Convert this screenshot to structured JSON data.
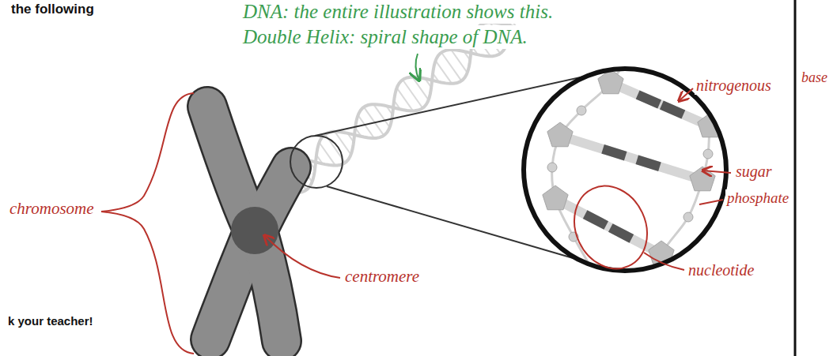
{
  "diagram": {
    "labels": [
      "the following",
      "DNA: the entire illustration shows this.",
      "Double Helix: spiral shape of DNA.",
      "nitrogenous",
      "base",
      "sugar",
      "phosphate",
      "chromosome",
      "centromere",
      "nucleotide",
      "k your teacher!"
    ]
  }
}
